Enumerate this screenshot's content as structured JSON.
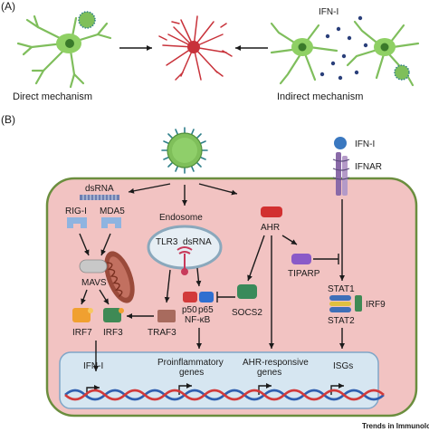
{
  "panel_a": {
    "label": "(A)",
    "direct_caption": "Direct mechanism",
    "indirect_caption": "Indirect mechanism",
    "ifn_label": "IFN-I"
  },
  "panel_b": {
    "label": "(B)",
    "receptor": {
      "ligand": "IFN-I",
      "receptor": "IFNAR"
    },
    "cytoplasm": {
      "dsrna_top": "dsRNA",
      "rig_i": "RIG-I",
      "mda5": "MDA5",
      "mavs": "MAVS",
      "irf7": "IRF7",
      "irf3": "IRF3",
      "endosome": "Endosome",
      "tlr3": "TLR3",
      "dsrna_endo": "dsRNA",
      "traf3": "TRAF3",
      "p50": "p50",
      "p65": "p65",
      "nfkb": "NF-κB",
      "ahr": "AHR",
      "socs2": "SOCS2",
      "tiparp": "TIPARP",
      "stat1": "STAT1",
      "irf9": "IRF9",
      "stat2": "STAT2"
    },
    "nucleus": {
      "ifn_i": "IFN-I",
      "proinflammatory_1": "Proinflammatory",
      "proinflammatory_2": "genes",
      "ahr_responsive_1": "AHR-responsive",
      "ahr_responsive_2": "genes",
      "isgs": "ISGs"
    }
  },
  "journal": "Trends in Immunology",
  "colors": {
    "cell_fill": "#f2c3c2",
    "cell_stroke": "#6b8e3e",
    "nucleus_fill": "#d6e6f1",
    "nucleus_stroke": "#7fa6c8",
    "virus": "#7fbf5a",
    "virus_spikes": "#2f7f8a",
    "neuron_green": "#7fbe5c",
    "reactive_red": "#c8323a",
    "dna_blue": "#2f5fb0",
    "dna_red": "#d23a3a",
    "irf7_orange": "#f0a030",
    "irf3_green": "#3f8a55",
    "traf3_brown": "#a86b5e",
    "p50_red": "#d23a3a",
    "p65_blue": "#2f6fd0",
    "ahr_red": "#d23030",
    "socs2_green": "#3a8a5a",
    "tiparp_purple": "#8a5ac8",
    "stat_blue": "#3f6fb8",
    "stat_gold": "#e0c040",
    "ifnar_purple": "#8a6aa8",
    "ifn_blue": "#3a78c0",
    "rig_blue": "#8fb4e0"
  }
}
